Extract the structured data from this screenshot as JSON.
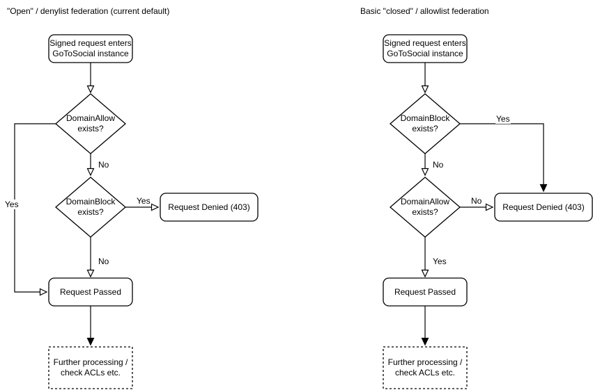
{
  "left": {
    "title": "\"Open\" / denylist federation (current default)",
    "nodes": {
      "start": "Signed request enters\nGoToSocial instance",
      "decision1": "DomainAllow\nexists?",
      "decision2": "DomainBlock\nexists?",
      "denied": "Request Denied (403)",
      "passed": "Request Passed",
      "further": "Further processing /\ncheck ACLs etc."
    },
    "edge_labels": {
      "decision1_no": "No",
      "decision1_yes": "Yes",
      "decision2_yes": "Yes",
      "decision2_no": "No"
    }
  },
  "right": {
    "title": "Basic \"closed\" / allowlist federation",
    "nodes": {
      "start": "Signed request enters\nGoToSocial instance",
      "decision1": "DomainBlock\nexists?",
      "decision2": "DomainAllow\nexists?",
      "denied": "Request Denied (403)",
      "passed": "Request Passed",
      "further": "Further processing /\ncheck ACLs etc."
    },
    "edge_labels": {
      "decision1_yes": "Yes",
      "decision1_no": "No",
      "decision2_no": "No",
      "decision2_yes": "Yes"
    }
  },
  "colors": {
    "stroke": "#000000",
    "text": "#000000",
    "background": "#ffffff"
  }
}
